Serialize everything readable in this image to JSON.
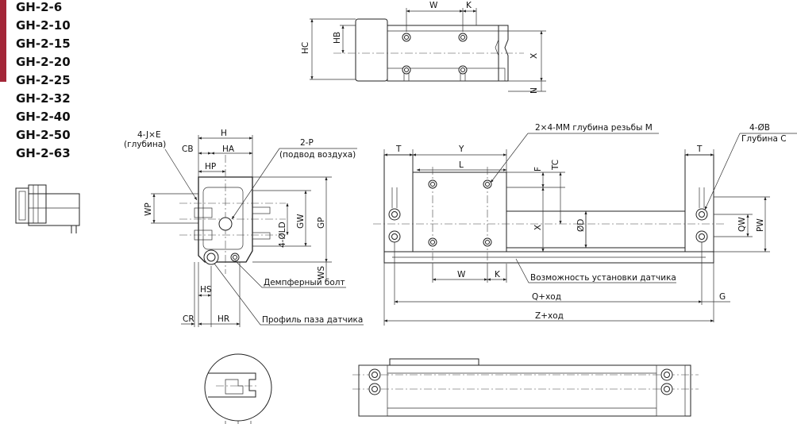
{
  "models": [
    "GH-2-6",
    "GH-2-10",
    "GH-2-15",
    "GH-2-20",
    "GH-2-25",
    "GH-2-32",
    "GH-2-40",
    "GH-2-50",
    "GH-2-63"
  ],
  "colors": {
    "accent": "#a32638",
    "line": "#222222"
  },
  "labels": {
    "top_w": "W",
    "top_k": "K",
    "top_hb": "HB",
    "top_hc": "HC",
    "top_x": "X",
    "top_n": "N",
    "side_4je": "4-J×E",
    "side_depth": "(глубина)",
    "side_h": "H",
    "side_ha": "HA",
    "side_cb": "CB",
    "side_hp": "HP",
    "side_2p": "2-P",
    "side_air": "(подвод воздуха)",
    "side_wp": "WP",
    "side_ld": "4-ØLD",
    "side_gw": "GW",
    "side_gp": "GP",
    "side_ws": "WS",
    "side_hs": "HS",
    "side_cr": "CR",
    "side_hr": "HR",
    "side_damper": "Демпферный болт",
    "side_sensor_slot": "Профиль паза датчика",
    "front_t_left": "T",
    "front_y": "Y",
    "front_l": "L",
    "front_mm": "2×4-MM глубина резьбы M",
    "front_4b": "4-ØB",
    "front_depth_c": "Глубина C",
    "front_t_right": "T",
    "front_f": "F",
    "front_tc": "TC",
    "front_x": "X",
    "front_d": "ØD",
    "front_qw": "QW",
    "front_pw": "PW",
    "front_w": "W",
    "front_k": "K",
    "front_sensor": "Возможность установки датчика",
    "front_q": "Q+ход",
    "front_g": "G",
    "front_z": "Z+ход"
  }
}
